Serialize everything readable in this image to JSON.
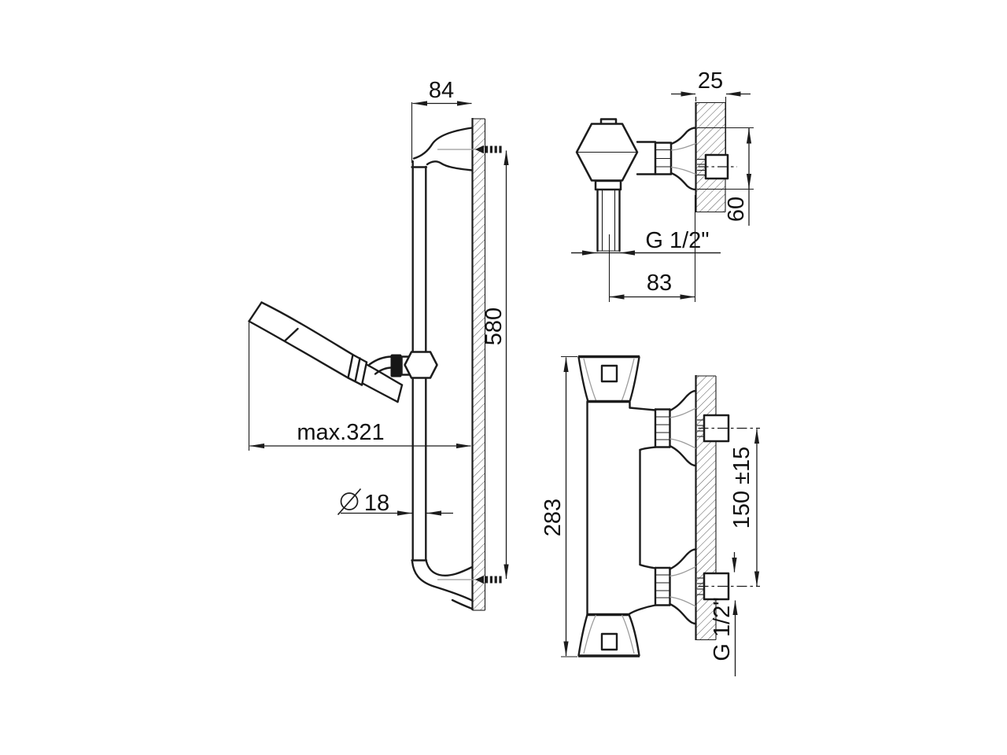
{
  "colors": {
    "line": "#1c1c1c",
    "inner_gray": "#9b9b9b",
    "background": "#ffffff",
    "text": "#111111"
  },
  "left_view": {
    "dim_width": "84",
    "dim_height": "580",
    "dim_reach": "max.321",
    "dim_rail_diameter": "18"
  },
  "top_right_view": {
    "dim_depth": "25",
    "dim_rosette_height": "60",
    "thread_label": "G 1/2\"",
    "dim_wall_distance": "83"
  },
  "bottom_right_view": {
    "dim_body_height": "283",
    "dim_connection_spacing": "150 ±15",
    "thread_label": "G 1/2\""
  }
}
